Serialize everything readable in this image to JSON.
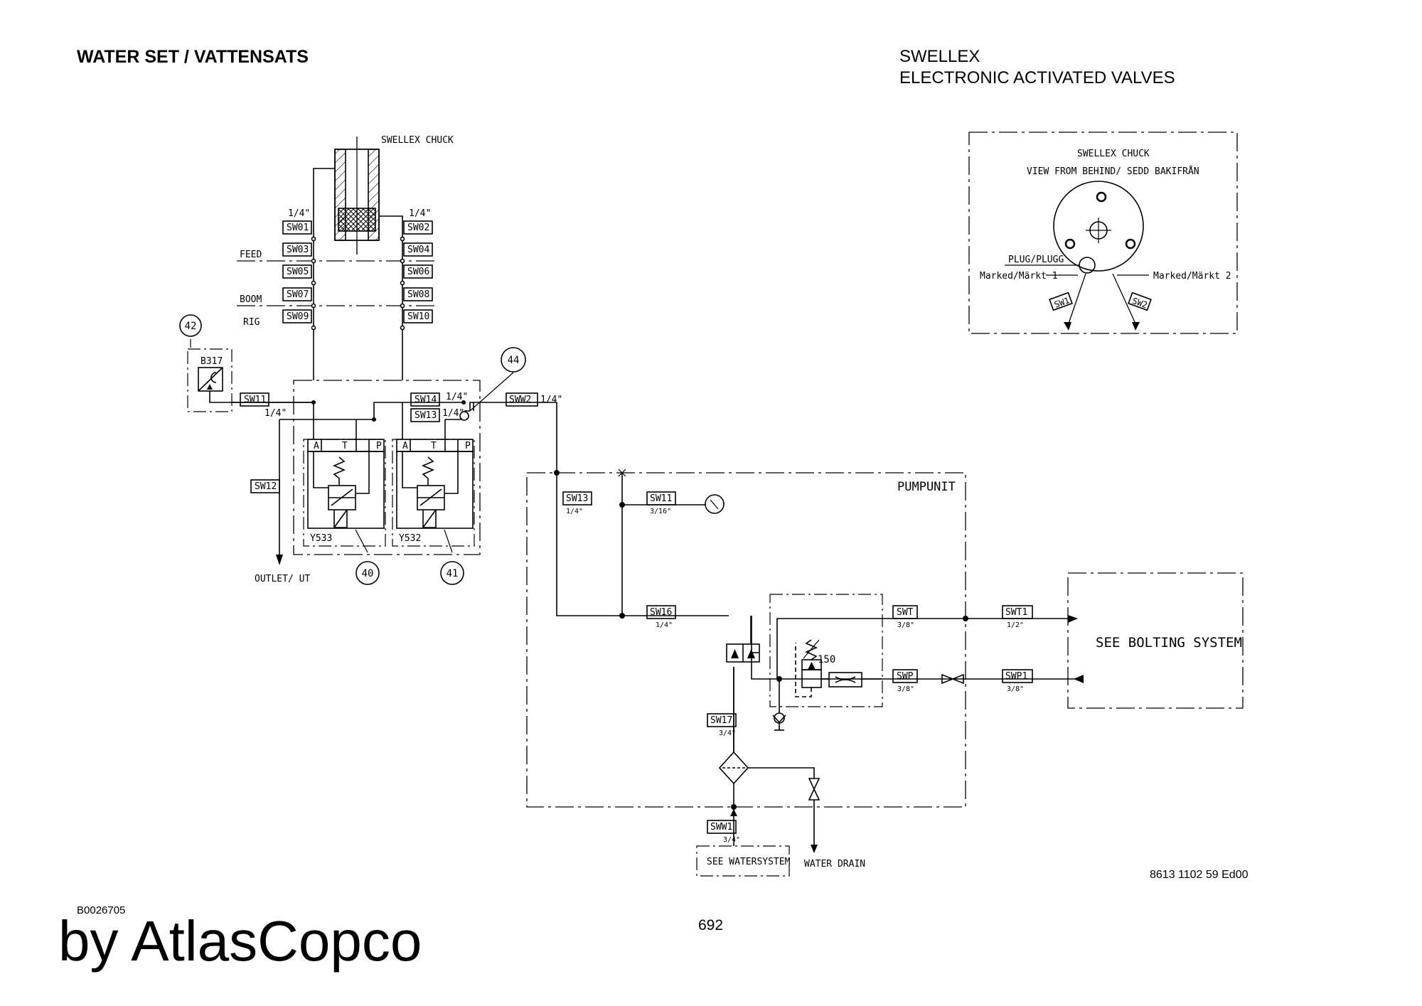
{
  "header": {
    "title_left": "WATER SET / VATTENSATS",
    "title_right_line1": "SWELLEX",
    "title_right_line2": "ELECTRONIC ACTIVATED VALVES"
  },
  "chuck": {
    "label": "SWELLEX CHUCK",
    "size_left": "1/4\"",
    "size_right": "1/4\"",
    "tags_left": [
      "SW01",
      "SW03",
      "SW05",
      "SW07",
      "SW09"
    ],
    "tags_right": [
      "SW02",
      "SW04",
      "SW06",
      "SW08",
      "SW10"
    ],
    "sections": [
      "FEED",
      "BOOM",
      "RIG"
    ]
  },
  "inset": {
    "title_line1": "SWELLEX CHUCK",
    "title_line2": "VIEW FROM BEHIND/ SEDD BAKIFRÅN",
    "plug": "PLUG/PLUGG",
    "mark1": "Marked/Märkt 1",
    "mark2": "Marked/Märkt 2",
    "sw1": "SW1",
    "sw2": "SW2"
  },
  "valves": {
    "ref_42": "42",
    "ref_44": "44",
    "ref_40": "40",
    "ref_41": "41",
    "sensor": "B317",
    "sw11": "SW11",
    "sw11_size": "1/4\"",
    "sw12": "SW12",
    "sw13": "SW13",
    "sw13_size": "1/4\"",
    "sw14": "SW14",
    "sw14_size": "1/4\"",
    "sww2": "SWW2",
    "sww2_size": "1/4\"",
    "port_a": "A",
    "port_t": "T",
    "port_p": "P",
    "valve1": "Y533",
    "valve2": "Y532",
    "outlet": "OUTLET/ UT"
  },
  "pump": {
    "title": "PUMPUNIT",
    "sw13": "SW13",
    "sw13_size": "1/4\"",
    "sw11": "SW11",
    "sw11_size": "3/16\"",
    "sw16": "SW16",
    "sw16_size": "1/4\"",
    "swt": "SWT",
    "swt_size": "3/8\"",
    "swp": "SWP",
    "swp_size": "3/8\"",
    "swt1": "SWT1",
    "swt1_size": "1/2\"",
    "swp1": "SWP1",
    "swp1_size": "3/8\"",
    "relief": "150",
    "sw17": "SW17",
    "sw17_size": "3/4\"",
    "sww1": "SWW1",
    "sww1_size": "3/4\"",
    "bolting": "SEE BOLTING SYSTEM",
    "watersystem": "SEE WATERSYSTEM",
    "drain": "WATER DRAIN"
  },
  "footer": {
    "doc_number": "8613 1102 59 Ed00",
    "ref_code": "B0026705",
    "page_number": "692",
    "brand": "by AtlasCopco"
  }
}
